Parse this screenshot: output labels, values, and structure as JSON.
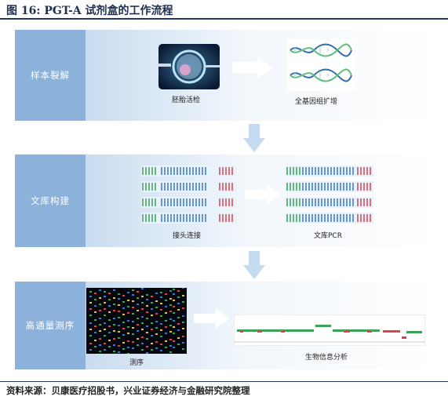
{
  "figure": {
    "title": "图 16: PGT-A 试剂盒的工作流程",
    "source": "资料来源：贝康医疗招股书，兴业证券经济与金融研究院整理"
  },
  "panels": [
    {
      "label": "样本裂解",
      "steps": [
        "胚胎活检",
        "全基因组扩增"
      ]
    },
    {
      "label": "文库构建",
      "steps": [
        "接头连接",
        "文库PCR"
      ]
    },
    {
      "label": "高通量测序",
      "steps": [
        "测序",
        "生物信息分析"
      ]
    }
  ],
  "colors": {
    "panel_label_bg": "#8cb2dc",
    "arrow": "#c5dcf0",
    "dna_blue": "#3b78c2",
    "dna_green": "#3aa35a",
    "dna_red": "#d9434b"
  }
}
